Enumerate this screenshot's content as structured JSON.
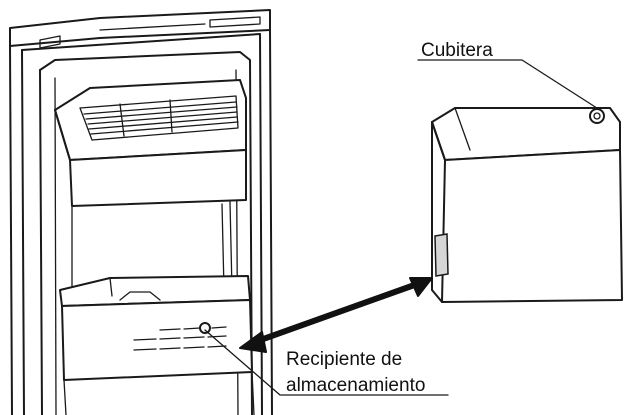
{
  "labels": {
    "ice_maker": "Cubitera",
    "storage_bin_line1": "Recipiente de",
    "storage_bin_line2": "almacenamiento"
  },
  "colors": {
    "line": "#1a1a1a",
    "background": "#ffffff",
    "shade": "#d6d6d6"
  }
}
